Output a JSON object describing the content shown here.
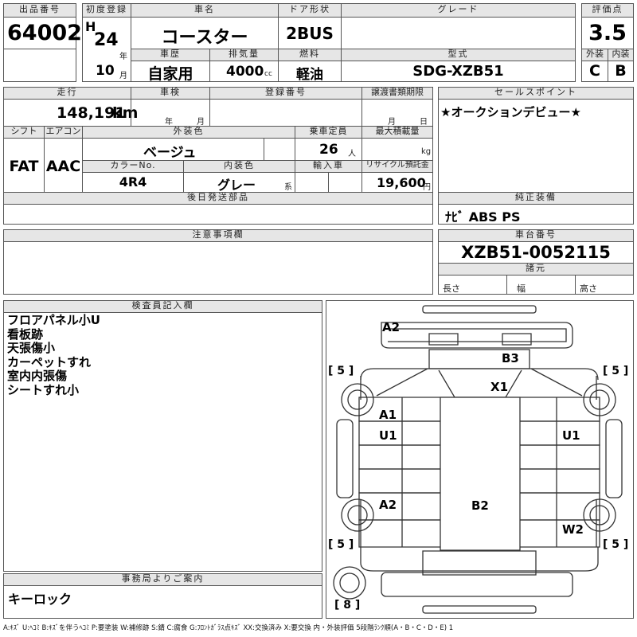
{
  "header": {
    "lot_label": "出品番号",
    "lot_no": "64002",
    "first_reg_label": "初度登録",
    "era": "H",
    "year": "24",
    "year_unit": "年",
    "month": "10",
    "month_unit": "月",
    "car_name_label": "車名",
    "car_name": "コースター",
    "door_label": "ドア形状",
    "door": "2BUS",
    "grade_label": "グレード",
    "grade": "",
    "score_label": "評価点",
    "score": "3.5",
    "history_label": "車歴",
    "history": "自家用",
    "displacement_label": "排気量",
    "displacement": "4000",
    "displacement_unit": "cc",
    "fuel_label": "燃料",
    "fuel": "軽油",
    "model_label": "型式",
    "model": "SDG-XZB51",
    "ext_label": "外装",
    "ext": "C",
    "int_label": "内装",
    "int": "B"
  },
  "row2": {
    "mileage_label": "走行",
    "mileage": "148,191",
    "mileage_unit": "km",
    "inspection_label": "車検",
    "insp_year_unit": "年",
    "insp_month_unit": "月",
    "reg_no_label": "登録番号",
    "reg_no": "",
    "transfer_label": "譲渡書類期限",
    "transfer_month_unit": "月",
    "transfer_day_unit": "日",
    "sales_point_label": "セールスポイント",
    "sales_point": "★オークションデビュー★"
  },
  "row3": {
    "shift_label": "シフト",
    "shift": "FAT",
    "ac_label": "エアコン",
    "ac": "AAC",
    "exterior_color_label": "外装色",
    "exterior_color": "ベージュ",
    "capacity_label": "乗車定員",
    "capacity": "26",
    "capacity_unit": "人",
    "max_load_label": "最大積載量",
    "max_load": "",
    "max_load_unit": "kg",
    "color_no_label": "カラーNo.",
    "color_no": "4R4",
    "interior_color_label": "内装色",
    "interior_color": "グレー",
    "interior_color_unit": "系",
    "import_label": "輸入車",
    "import": "",
    "recycle_label": "リサイクル預託金",
    "recycle": "19,600",
    "recycle_unit": "円"
  },
  "later_parts_label": "後日発送部品",
  "later_parts": "",
  "genuine_label": "純正装備",
  "genuine": "ﾅﾋﾞ ABS PS",
  "notes_label": "注意事項欄",
  "notes": "",
  "chassis_label": "車台番号",
  "chassis": "XZB51-0052115",
  "spec_label": "諸元",
  "length_label": "長さ",
  "width_label": "幅",
  "height_label": "高さ",
  "inspector_label": "検査員記入欄",
  "inspector_notes": [
    "フロアパネル小U",
    "看板跡",
    "天張傷小",
    "カーペットすれ",
    "室内内張傷",
    "シートすれ小"
  ],
  "office_label": "事務局よりご案内",
  "office_note": "キーロック",
  "diagram": {
    "labels": [
      "A2",
      "B3",
      "X1",
      "A1",
      "U1",
      "U1",
      "A2",
      "B2",
      "W2"
    ],
    "tires": [
      "5",
      "5",
      "5",
      "5",
      "8"
    ]
  },
  "legend": "A:ｷｽﾞ U:ﾍｺﾐ B:ｷｽﾞを伴うﾍｺﾐ P:要塗装 W:補修跡 S:錆 C:腐食 G:ﾌﾛﾝﾄｶﾞﾗｽ点ｷｽﾞ XX:交換済み X:要交換 内・外装評価 5段階ﾗﾝｸ順(A・B・C・D・E) 1"
}
